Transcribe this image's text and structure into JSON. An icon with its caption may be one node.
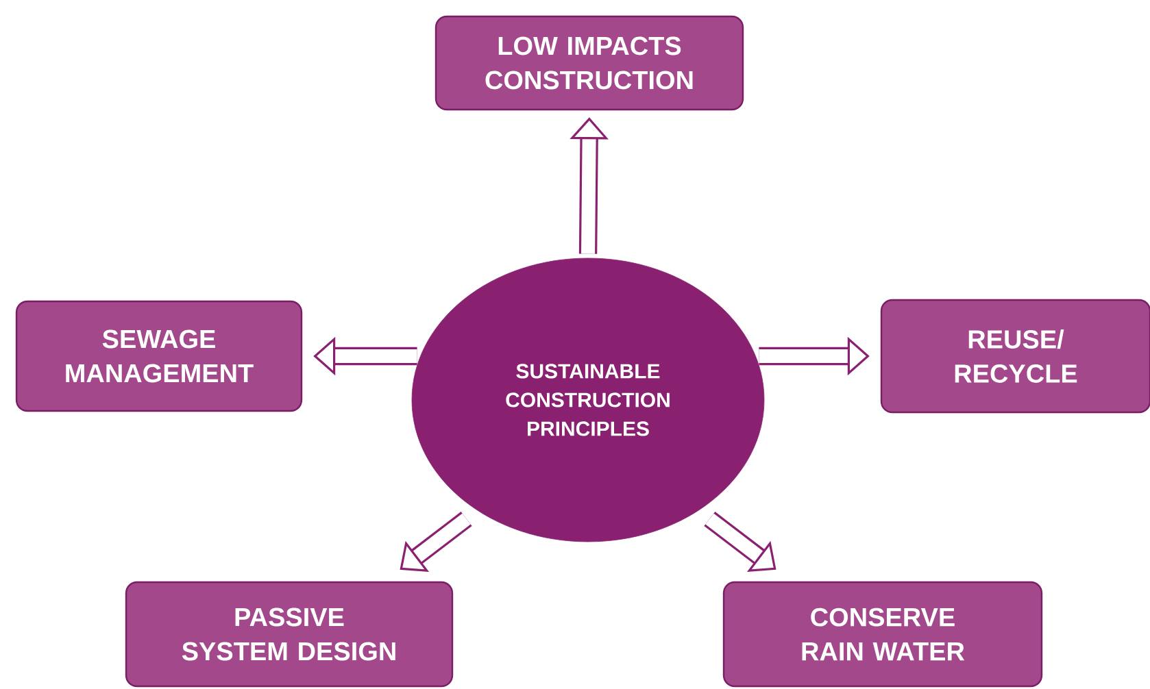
{
  "diagram": {
    "nodes": [
      {
        "text": [
          "SUSTAINABLE CONSTRUCTION PRINCIPLES"
        ]
      },
      {
        "text": [
          "LOW IMPACTS CONSTRUCTION"
        ]
      },
      {
        "text": [
          "SEWAGE MANAGEMENT"
        ]
      },
      {
        "text": [
          "REUSE/ RECYCLE"
        ]
      },
      {
        "text": [
          "PASSIVE SYSTEM DESIGN"
        ]
      },
      {
        "text": [
          "CONSERVE RAIN WATER"
        ]
      }
    ],
    "edges": [
      {
        "from": 0,
        "to": 1,
        "arrow": "to"
      },
      {
        "from": 0,
        "to": 2,
        "arrow": "to"
      },
      {
        "from": 0,
        "to": 3,
        "arrow": "to"
      },
      {
        "from": 0,
        "to": 4,
        "arrow": "to"
      },
      {
        "from": 0,
        "to": 5,
        "arrow": "to"
      }
    ]
  }
}
